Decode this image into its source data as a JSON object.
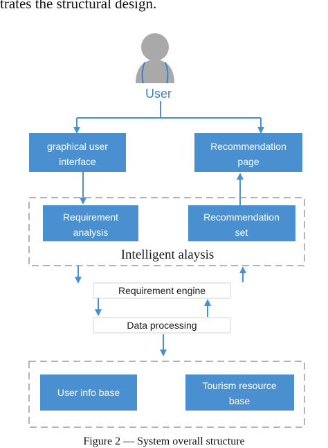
{
  "page": {
    "top_text": "trates the structural design.",
    "caption": "Figure 2 — System overall structure"
  },
  "diagram": {
    "actor": {
      "label": "User",
      "icon": "user-icon"
    },
    "nodes": {
      "gui": [
        "graphical user",
        "interface"
      ],
      "rec_page": [
        "Recommendation",
        "page"
      ],
      "req_analysis": [
        "Requirement",
        "analysis"
      ],
      "rec_set": [
        "Recommendation",
        "set"
      ],
      "req_engine": "Requirement engine",
      "data_processing": "Data processing",
      "user_info": "User info base",
      "tourism": [
        "Tourism resource",
        "base"
      ]
    },
    "groups": {
      "intelligent": "Intelligent alaysis"
    },
    "colors": {
      "box_fill": "#4a90d0",
      "arrow": "#4a90d0",
      "dash": "#9a9a9a",
      "user_icon": "#a9a9a9"
    }
  }
}
